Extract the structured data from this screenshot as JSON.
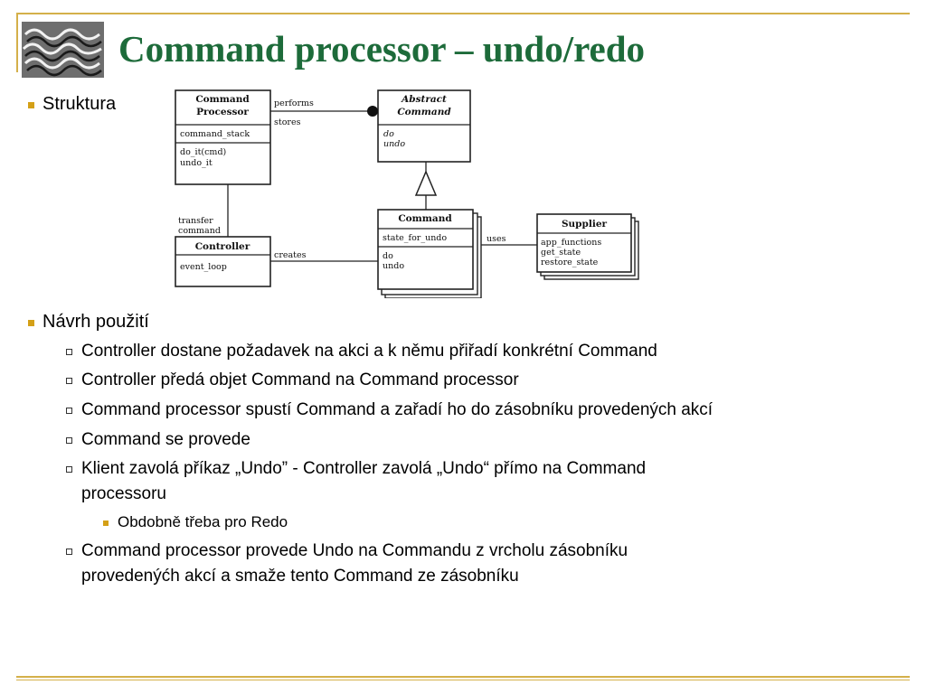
{
  "slide": {
    "title": "Command processor – undo/redo",
    "bullets": {
      "structure": "Struktura",
      "design": "Návrh použití"
    },
    "sub_bullets": [
      "Controller dostane požadavek na akci a k němu přiřadí konkrétní Command",
      "Controller předá objet Command na Command processor",
      "Command processor spustí Command a zařadí ho do zásobníku provedených akcí",
      "Command se provede",
      "Klient zavolá příkaz „Undo” - Controller zavolá „Undo“ přímo na Command",
      "processoru",
      "Command processor provede Undo na Commandu z vrcholu zásobníku",
      "provedenýćh akcí a smaže tento Command ze zásobníku"
    ],
    "sub_sub_bullet": "Obdobně třeba pro Redo"
  },
  "diagram": {
    "classes": {
      "command_processor": {
        "name_line1": "Command",
        "name_line2": "Processor",
        "attribute": "command_stack",
        "op1": "do_it(cmd)",
        "op2": "undo_it"
      },
      "abstract_command": {
        "name_line1": "Abstract",
        "name_line2": "Command",
        "op1": "do",
        "op2": "undo"
      },
      "command": {
        "name": "Command",
        "attribute": "state_for_undo",
        "op1": "do",
        "op2": "undo"
      },
      "controller": {
        "name": "Controller",
        "op1": "event_loop"
      },
      "supplier": {
        "name": "Supplier",
        "op1": "app_functions",
        "op2": "get_state",
        "op3": "restore_state"
      }
    },
    "relations": {
      "performs": "performs",
      "stores": "stores",
      "transfer": "transfer",
      "transfer_command": "command",
      "creates": "creates",
      "uses": "uses"
    }
  },
  "colors": {
    "title": "#1d6b3a",
    "frame": "#d4b04a",
    "bullet": "#d4a017"
  }
}
